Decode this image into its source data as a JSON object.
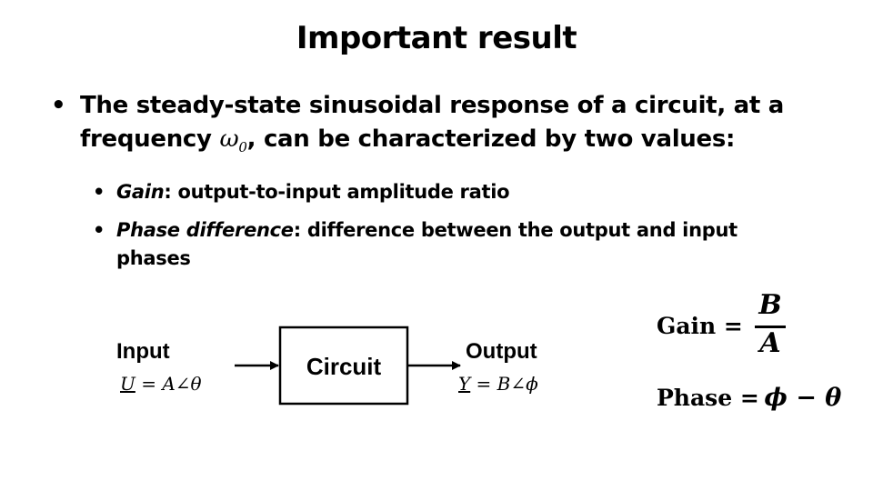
{
  "slide": {
    "title": "Important result",
    "bullet1": {
      "text_before": "The steady-state sinusoidal response of a circuit, at a frequency ",
      "omega": "ω",
      "omega_sub": "0",
      "text_after": ", can be characterized by two values:"
    },
    "bullet2": {
      "term": "Gain",
      "rest": ": output-to-input amplitude ratio"
    },
    "bullet3": {
      "term": "Phase difference",
      "rest": ": difference between the output and input phases"
    },
    "bullet_glyph": "•"
  },
  "diagram": {
    "input_label": "Input",
    "input_expr_var": "U",
    "input_expr_rest": " = A∠θ",
    "block_label": "Circuit",
    "output_label": "Output",
    "output_expr_var": "Y",
    "output_expr_rest": " = B∠ϕ"
  },
  "formulas": {
    "gain_label": "Gain =",
    "gain_numerator": "B",
    "gain_denominator": "A",
    "phase_label": "Phase =",
    "phase_expr": "ϕ − θ"
  }
}
